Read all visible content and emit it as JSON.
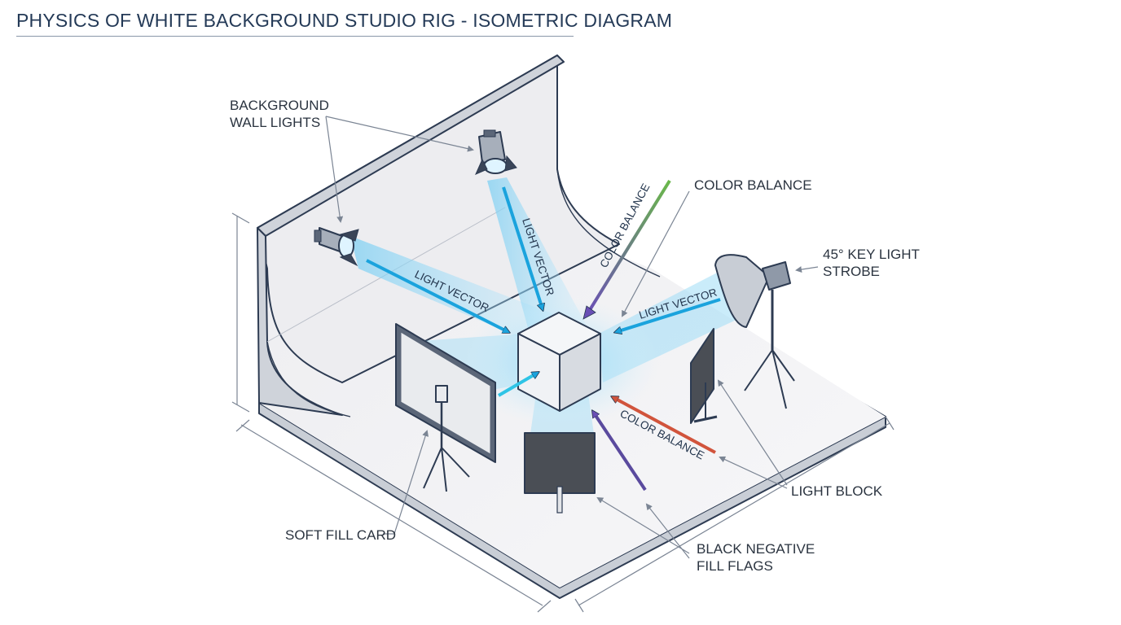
{
  "title": "PHYSICS OF WHITE BACKGROUND STUDIO RIG - ISOMETRIC DIAGRAM",
  "labels": {
    "background_wall_lights": [
      "BACKGROUND",
      "WALL LIGHTS"
    ],
    "color_balance": "COLOR BALANCE",
    "key_light": [
      "45° KEY LIGHT",
      "STROBE"
    ],
    "light_block": "LIGHT BLOCK",
    "soft_fill_card": "SOFT FILL CARD",
    "black_negative_fill_flags": [
      "BLACK NEGATIVE",
      "FILL FLAGS"
    ]
  },
  "vector_labels": {
    "light_vector_left": "LIGHT VECTOR",
    "light_vector_top": "LIGHT VECTOR",
    "light_vector_right": "LIGHT VECTOR",
    "color_balance_top": "COLOR BALANCE",
    "color_balance_bottom": "COLOR BALANCE"
  },
  "colors": {
    "light_vector": "#1aa3dd",
    "color_balance_gradient_start": "#6ab84a",
    "color_balance_gradient_end": "#6a4fb5",
    "color_balance_red": "#d1543c",
    "flag_arrow": "#5a4a9e",
    "outline": "#2d3b52"
  }
}
